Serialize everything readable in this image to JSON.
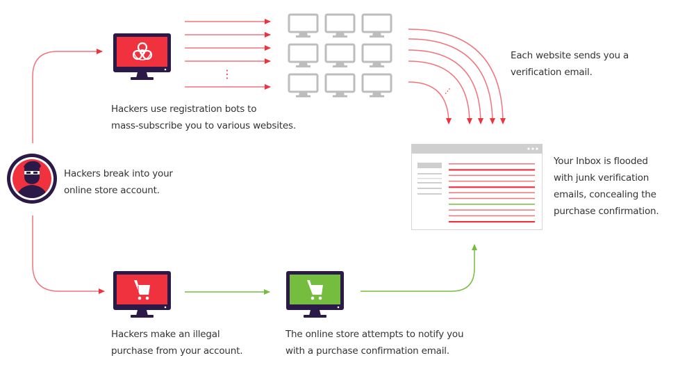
{
  "colors": {
    "red": "#f0323f",
    "red_light": "#f2737b",
    "green": "#74bd3f",
    "dark": "#2b1a47",
    "gray": "#bdbdbd",
    "gray_light": "#d6d6d6",
    "text": "#333333"
  },
  "steps": {
    "break_in": {
      "icon": "hacker-avatar-icon",
      "lines": [
        "Hackers break into your",
        "online store account."
      ]
    },
    "bots": {
      "icon": "biohazard-monitor-icon",
      "lines": [
        "Hackers use registration bots to",
        "mass-subscribe you to various websites."
      ]
    },
    "websites": {
      "icon": "website-monitor-grid-icon",
      "count": 9,
      "lines": [
        "Each website sends you a",
        "verification email."
      ]
    },
    "inbox": {
      "icon": "inbox-window-icon",
      "lines": [
        "Your Inbox is flooded",
        "with junk verification",
        "emails, concealing the",
        "purchase confirmation."
      ],
      "email_rows": [
        "junk",
        "junk",
        "junk",
        "junk",
        "junk",
        "junk",
        "junk",
        "confirmation",
        "junk",
        "junk",
        "junk"
      ]
    },
    "purchase": {
      "icon": "cart-monitor-red-icon",
      "lines": [
        "Hackers make an illegal",
        "purchase from your account."
      ]
    },
    "notify": {
      "icon": "cart-monitor-green-icon",
      "lines": [
        "The online store attempts to notify you",
        "with a purchase confirmation email."
      ]
    }
  },
  "ellipsis": "⋮"
}
